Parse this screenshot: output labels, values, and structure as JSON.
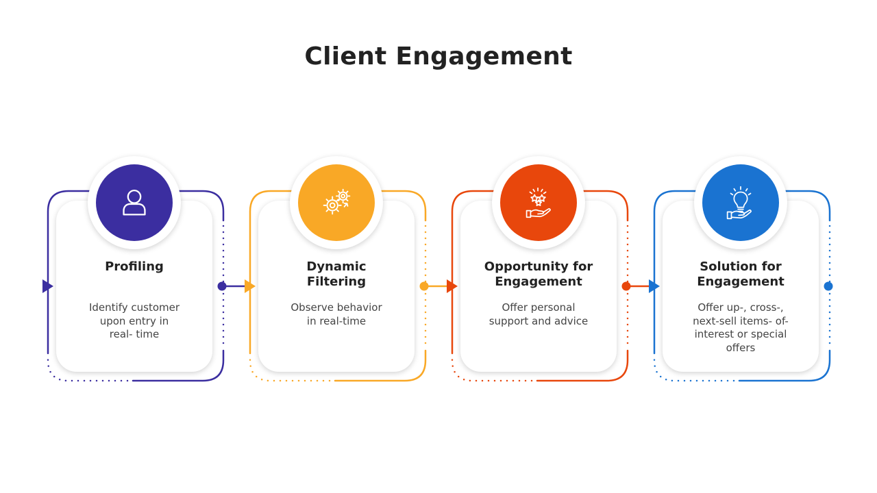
{
  "title": "Client Engagement",
  "steps": [
    {
      "title_lines": [
        "Profiling"
      ],
      "text_lines": [
        "Identify customer",
        "upon entry in",
        "real- time"
      ],
      "color": "#3b2ea0",
      "icon": "user-icon"
    },
    {
      "title_lines": [
        "Dynamic",
        "Filtering"
      ],
      "text_lines": [
        "Observe behavior",
        "in real-time"
      ],
      "color": "#f9a826",
      "icon": "gears-icon"
    },
    {
      "title_lines": [
        "Opportunity for",
        "Engagement"
      ],
      "text_lines": [
        "Offer personal",
        "support and advice"
      ],
      "color": "#e8470c",
      "icon": "hand-stars-icon"
    },
    {
      "title_lines": [
        "Solution for",
        "Engagement"
      ],
      "text_lines": [
        "Offer up-, cross-,",
        "next-sell items- of-",
        "interest or special",
        "offers"
      ],
      "color": "#1a73d1",
      "icon": "hand-lightbulb-icon"
    }
  ]
}
